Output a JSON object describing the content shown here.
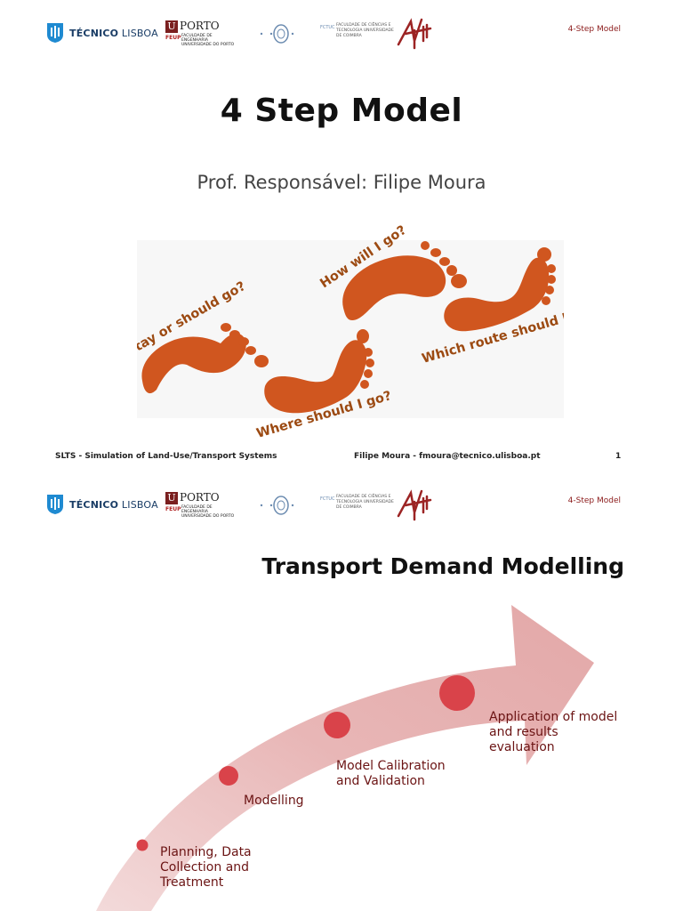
{
  "header": {
    "logos": {
      "tecnico_bold": "TÉCNICO",
      "tecnico_light": "LISBOA",
      "porto_u": "U",
      "porto": "PORTO",
      "feup": "FEUP",
      "feup_lines": "FACULDADE DE ENGENHARIA UNIVERSIDADE DO PORTO",
      "fctuc_abbr": "FCTUC",
      "fctuc_lines": "FACULDADE DE CIÊNCIAS E TECNOLOGIA UNIVERSIDADE DE COIMBRA"
    },
    "section_label": "4-Step Model"
  },
  "slide1": {
    "title": "4 Step Model",
    "subtitle": "Prof. Responsável: Filipe Moura",
    "questions": [
      "Should stay or should go?",
      "Where should I go?",
      "How will I go?",
      "Which route should I take?"
    ],
    "footer": {
      "course": "SLTS - Simulation of Land-Use/Transport Systems",
      "author": "Filipe Moura - fmoura@tecnico.ulisboa.pt",
      "page": "1"
    }
  },
  "slide2": {
    "title": "Transport Demand Modelling",
    "stages": [
      "Planning, Data Collection and Treatment",
      "Modelling",
      "Model Calibration and Validation",
      "Application of model and results evaluation"
    ]
  },
  "colors": {
    "accent_red": "#8b1a1a",
    "foot_orange": "#d0561f",
    "question_brown": "#9c4a12",
    "arrow_pink": "#e6b3b3",
    "node_red": "#d9434a",
    "tecnico_blue": "#1f8ad1"
  }
}
